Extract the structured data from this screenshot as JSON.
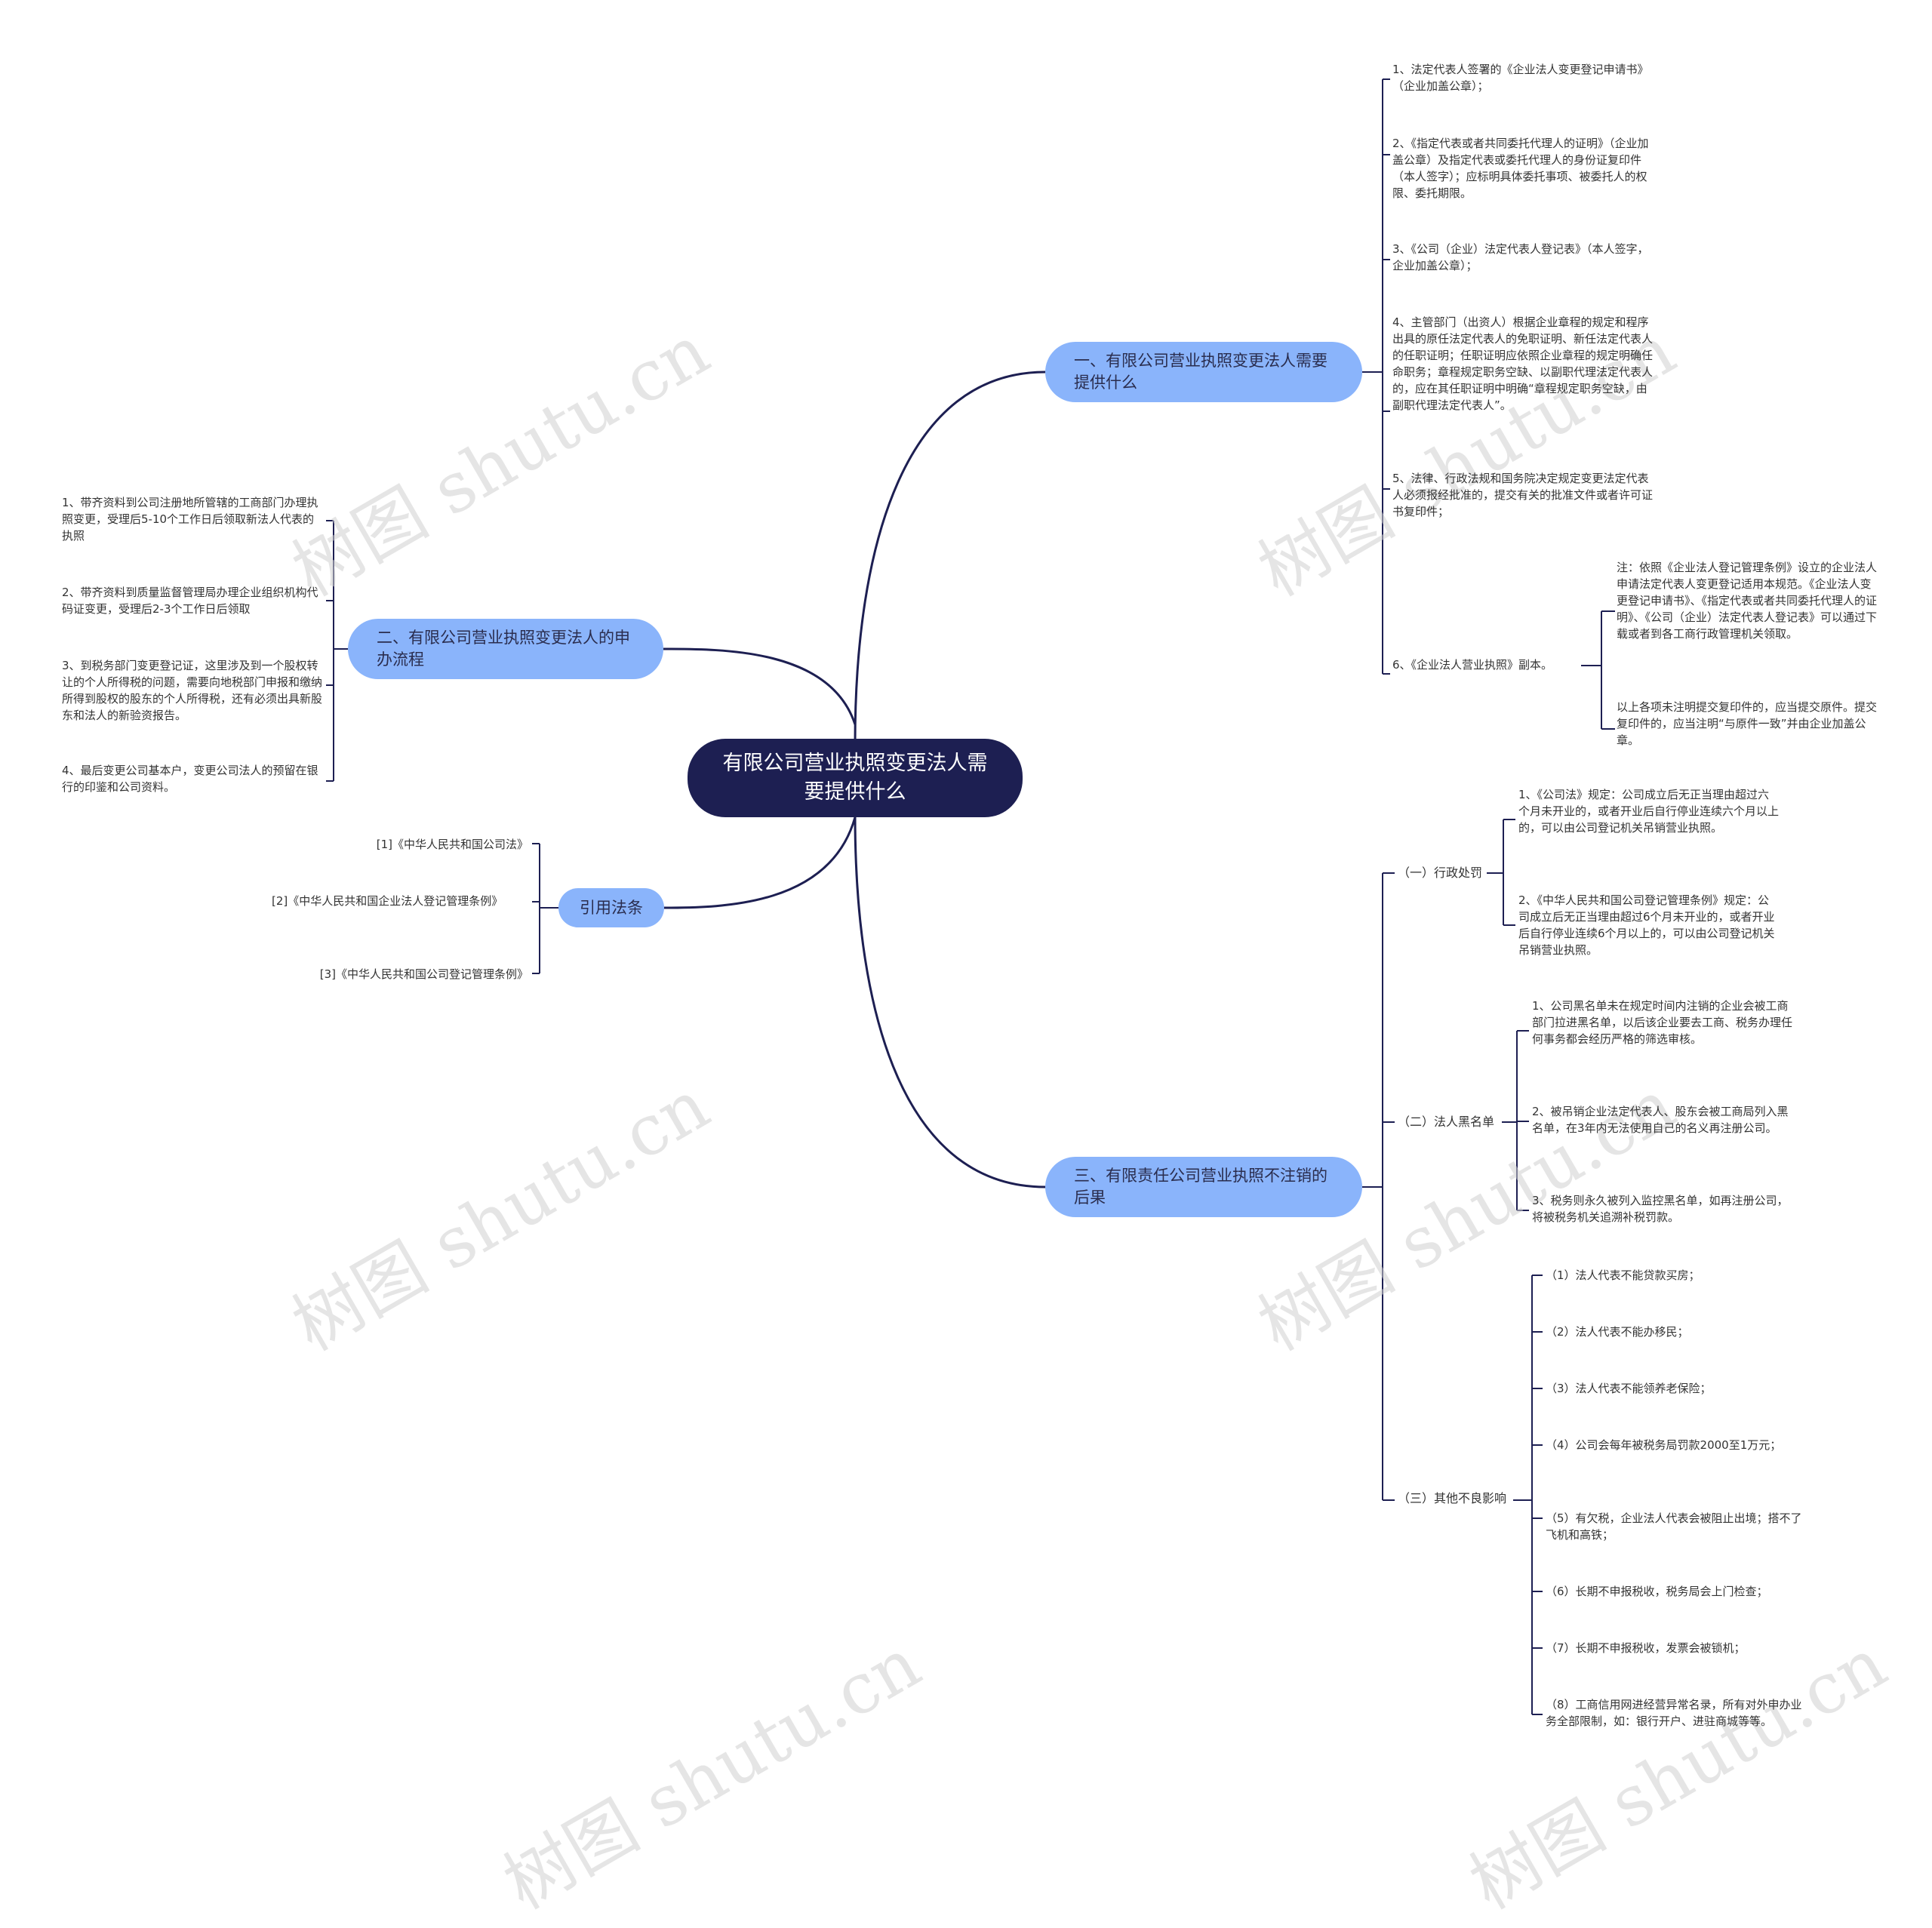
{
  "watermark": "树图 shutu.cn",
  "colors": {
    "root": "#1d1f52",
    "main": "#8ab4fb",
    "line": "#1d1f52"
  },
  "root": {
    "text": "有限公司营业执照变更法人需要提供什么"
  },
  "branch1": {
    "label": "一、有限公司营业执照变更法人需要提供什么",
    "items": [
      "1、法定代表人签署的《企业法人变更登记申请书》（企业加盖公章）；",
      "2、《指定代表或者共同委托代理人的证明》（企业加盖公章）及指定代表或委托代理人的身份证复印件（本人签字）；应标明具体委托事项、被委托人的权限、委托期限。",
      "3、《公司（企业）法定代表人登记表》（本人签字，企业加盖公章）；",
      "4、主管部门（出资人）根据企业章程的规定和程序出具的原任法定代表人的免职证明、新任法定代表人的任职证明；任职证明应依照企业章程的规定明确任命职务；章程规定职务空缺、以副职代理法定代表人的，应在其任职证明中明确“章程规定职务空缺，由副职代理法定代表人”。",
      "5、法律、行政法规和国务院决定规定变更法定代表人必须报经批准的，提交有关的批准文件或者许可证书复印件；",
      "6、《企业法人营业执照》副本。"
    ],
    "notes": [
      "注：依照《企业法人登记管理条例》设立的企业法人申请法定代表人变更登记适用本规范。《企业法人变更登记申请书》、《指定代表或者共同委托代理人的证明》、《公司（企业）法定代表人登记表》可以通过下载或者到各工商行政管理机关领取。",
      "以上各项未注明提交复印件的，应当提交原件。提交复印件的，应当注明“与原件一致”并由企业加盖公章。"
    ]
  },
  "branch2": {
    "label": "二、有限公司营业执照变更法人的申办流程",
    "items": [
      "1、带齐资料到公司注册地所管辖的工商部门办理执照变更，受理后5-10个工作日后领取新法人代表的执照",
      "2、带齐资料到质量监督管理局办理企业组织机构代码证变更，受理后2-3个工作日后领取",
      "3、到税务部门变更登记证，这里涉及到一个股权转让的个人所得税的问题，需要向地税部门申报和缴纳所得到股权的股东的个人所得税，还有必须出具新股东和法人的新验资报告。",
      "4、最后变更公司基本户，变更公司法人的预留在银行的印鉴和公司资料。"
    ]
  },
  "branch3": {
    "label": "引用法条",
    "items": [
      "[1]《中华人民共和国公司法》",
      "[2]《中华人民共和国企业法人登记管理条例》",
      "[3]《中华人民共和国公司登记管理条例》"
    ]
  },
  "branch4": {
    "label": "三、有限责任公司营业执照不注销的后果",
    "subs": [
      {
        "label": "（一）行政处罚",
        "items": [
          "1、《公司法》规定：公司成立后无正当理由超过六个月未开业的，或者开业后自行停业连续六个月以上的，可以由公司登记机关吊销营业执照。",
          "2、《中华人民共和国公司登记管理条例》规定：公司成立后无正当理由超过6个月未开业的，或者开业后自行停业连续6个月以上的，可以由公司登记机关吊销营业执照。"
        ]
      },
      {
        "label": "（二）法人黑名单",
        "items": [
          "1、公司黑名单未在规定时间内注销的企业会被工商部门拉进黑名单，以后该企业要去工商、税务办理任何事务都会经历严格的筛选审核。",
          "2、被吊销企业法定代表人、股东会被工商局列入黑名单，在3年内无法使用自己的名义再注册公司。",
          "3、税务则永久被列入监控黑名单，如再注册公司，将被税务机关追溯补税罚款。"
        ]
      },
      {
        "label": "（三）其他不良影响",
        "items": [
          "（1）法人代表不能贷款买房；",
          "（2）法人代表不能办移民；",
          "（3）法人代表不能领养老保险；",
          "（4）公司会每年被税务局罚款2000至1万元；",
          "（5）有欠税，企业法人代表会被阻止出境；搭不了飞机和高铁；",
          "（6）长期不申报税收，税务局会上门检查；",
          "（7）长期不申报税收，发票会被锁机；",
          "（8）工商信用网进经营异常名录，所有对外申办业务全部限制，如：银行开户、进驻商城等等。"
        ]
      }
    ]
  }
}
